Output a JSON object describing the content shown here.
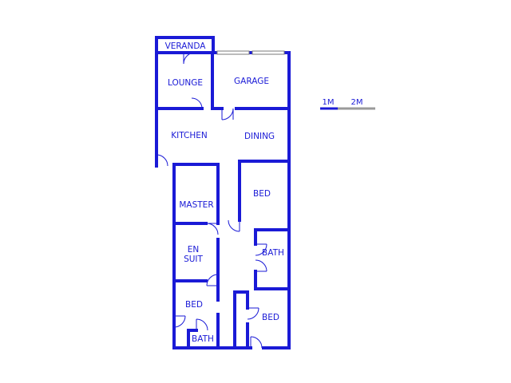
{
  "rooms": {
    "veranda": "VERANDA",
    "lounge": "LOUNGE",
    "garage": "GARAGE",
    "kitchen": "KITCHEN",
    "dining": "DINING",
    "master": "MASTER",
    "en_suit_line1": "EN",
    "en_suit_line2": "SUIT",
    "bed_right_upper": "BED",
    "bath_right": "BATH",
    "bed_left_lower": "BED",
    "bath_bottom": "BATH",
    "bed_right_lower": "BED"
  },
  "scale": {
    "label_1": "1M",
    "label_2": "2M"
  },
  "colors": {
    "wall": "#1a1ad6",
    "scale_grey": "#9a9a9a"
  }
}
